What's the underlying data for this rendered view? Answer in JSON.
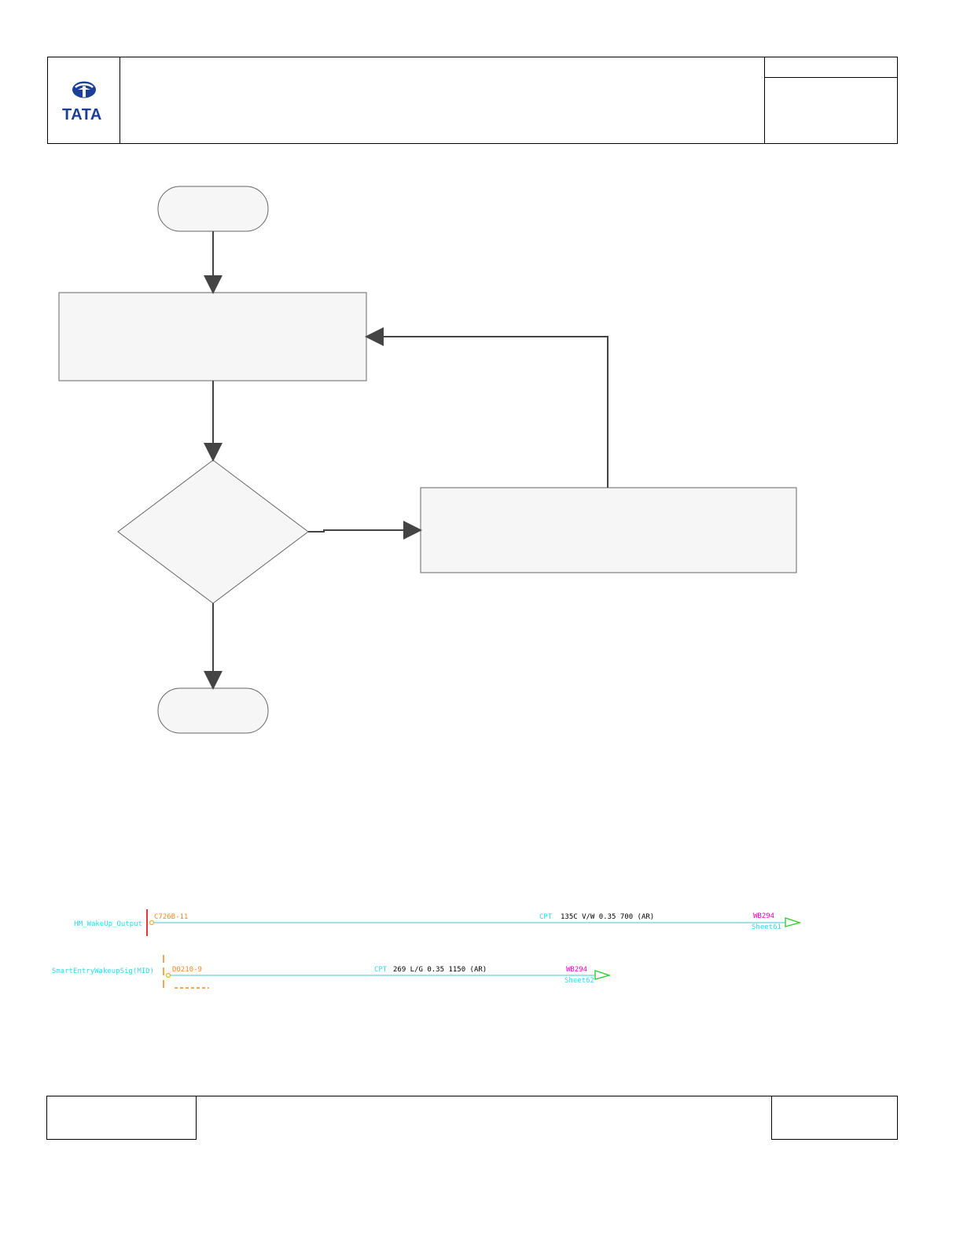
{
  "header": {
    "logo": {
      "icon": "tata-logo-icon",
      "text": "TATA",
      "color": "#1b3f99"
    }
  },
  "flowchart": {
    "start_label": "",
    "process_label": "",
    "decision_label": "",
    "action_label": "",
    "end_label": ""
  },
  "wiring": {
    "wires": [
      {
        "signal": "HM_WakeUp_Output",
        "connector": "C726B-11",
        "cpt": "CPT",
        "wire_spec": "135C V/W 0.35 700 (AR)",
        "dest": "WB294",
        "sheet": "Sheet61"
      },
      {
        "signal": "SmartEntryWakeupSig(MID)",
        "connector": "D0210-9",
        "cpt": "CPT",
        "wire_spec": "269 L/G 0.35 1150 (AR)",
        "dest": "WB294",
        "sheet": "Sheet62"
      }
    ],
    "colors": {
      "signal": "#33d6e6",
      "connector": "#f08a24",
      "wire": "#7fd8e6",
      "dest": "#ff00cc",
      "sheet": "#33d6e6",
      "arrow": "#33cc33",
      "spec": "#000000",
      "cpt": "#33d6e6"
    }
  },
  "footer": {
    "left": "",
    "middle": "",
    "right": ""
  }
}
